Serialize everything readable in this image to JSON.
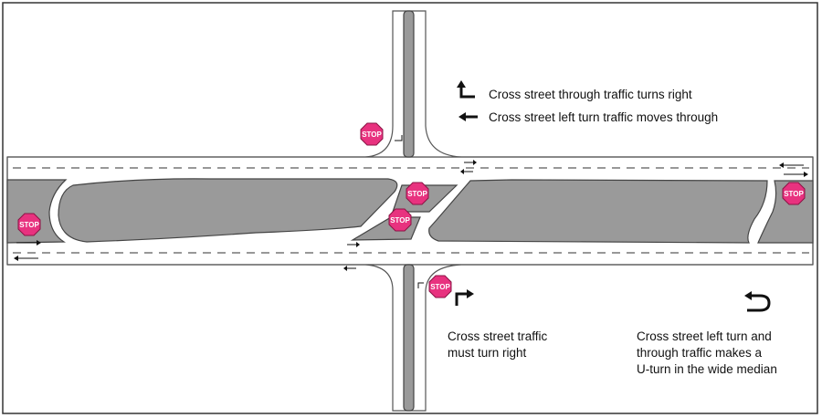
{
  "colors": {
    "road": "#ffffff",
    "median": "#9a9a9a",
    "outline": "#444444",
    "stop_sign": "#e8327f",
    "text": "#111111",
    "border": "#333333"
  },
  "signs": {
    "stop_label": "STOP"
  },
  "legend": {
    "through_right": "Cross street through traffic turns right",
    "left_through": "Cross street left turn traffic moves through"
  },
  "captions": {
    "must_turn_right": [
      "Cross street traffic",
      "must turn right"
    ],
    "uturn_median": [
      "Cross street left turn and",
      "through traffic makes a",
      "U-turn in the wide median"
    ]
  },
  "icons": {
    "turn_right_up": "turn-right-arrow-icon",
    "straight_left": "left-arrow-icon",
    "turn_right": "turn-right-arrow-icon",
    "uturn": "u-turn-arrow-icon",
    "stop": "stop-sign-icon"
  }
}
